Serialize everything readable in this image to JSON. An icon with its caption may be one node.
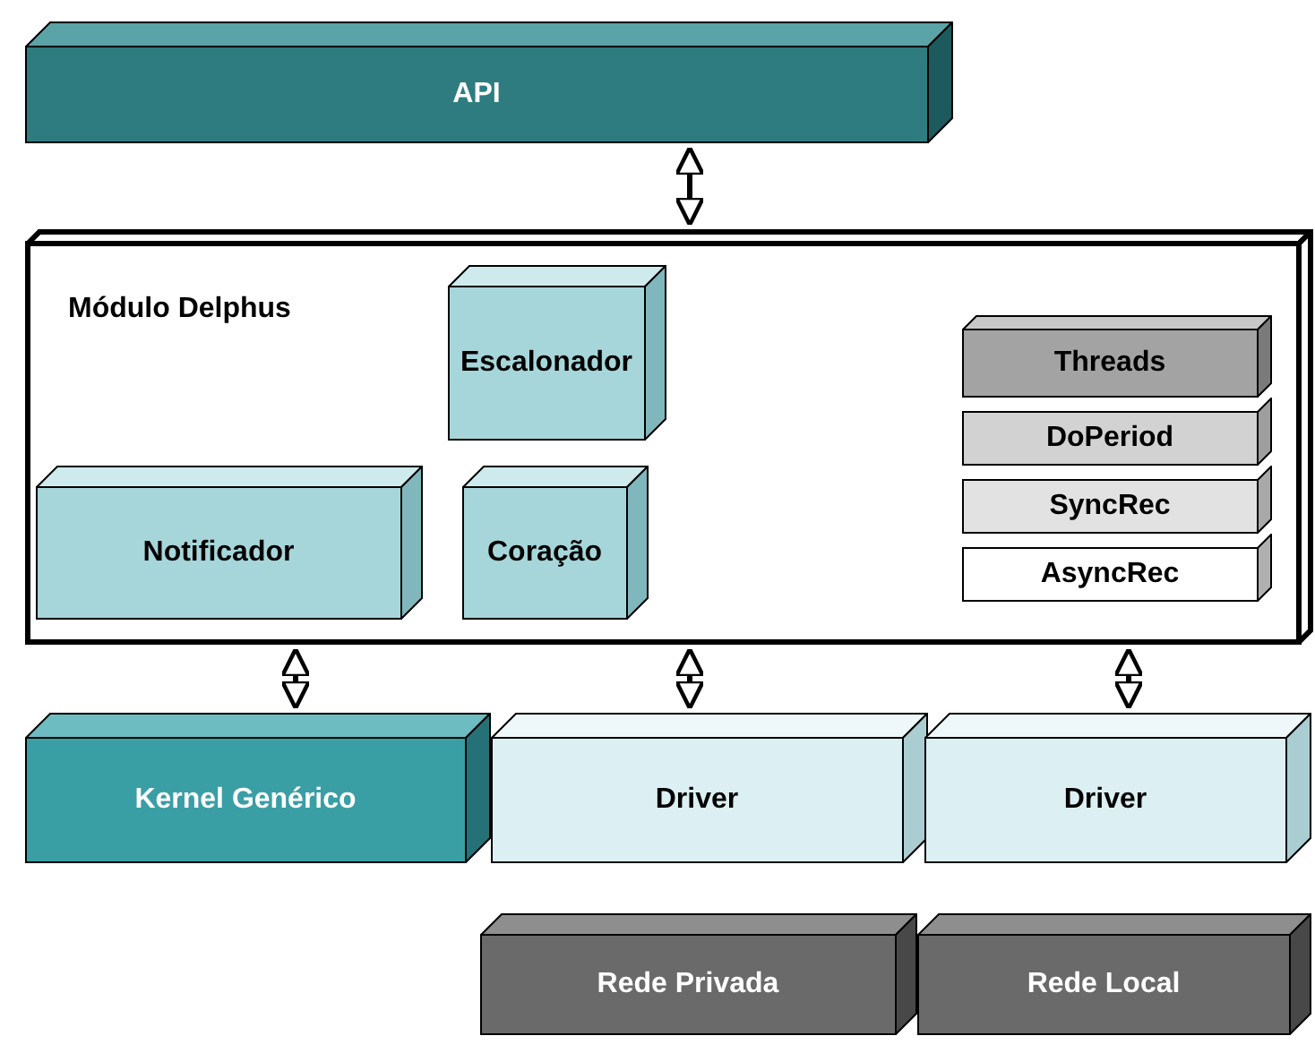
{
  "diagram": {
    "nodes": [
      {
        "text": [
          "API"
        ]
      },
      {
        "text": [
          "Módulo Delphus"
        ]
      },
      {
        "text": [
          "Escalonador"
        ],
        "in": 1
      },
      {
        "text": [
          "Notificador"
        ],
        "in": 1
      },
      {
        "text": [
          "Coração"
        ],
        "in": 1
      },
      {
        "text": [
          "Threads"
        ],
        "in": 1
      },
      {
        "text": [
          "DoPeriod"
        ],
        "in": 1
      },
      {
        "text": [
          "SyncRec"
        ],
        "in": 1
      },
      {
        "text": [
          "AsyncRec"
        ],
        "in": 1
      },
      {
        "text": [
          "Kernel Genérico"
        ]
      },
      {
        "text": [
          "Driver"
        ]
      },
      {
        "text": [
          "Driver"
        ]
      },
      {
        "text": [
          "Rede Privada"
        ]
      },
      {
        "text": [
          "Rede Local"
        ]
      }
    ],
    "edges": [
      {
        "from": 0,
        "to": 1,
        "arrow": "both"
      },
      {
        "from": 1,
        "to": 9,
        "arrow": "both"
      },
      {
        "from": 1,
        "to": 10,
        "arrow": "both"
      },
      {
        "from": 1,
        "to": 11,
        "arrow": "both"
      }
    ]
  }
}
